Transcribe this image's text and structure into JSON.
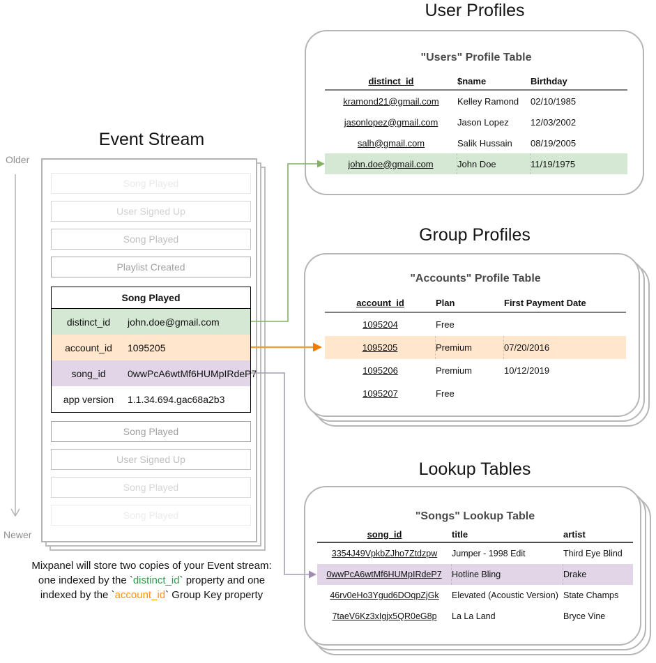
{
  "titles": {
    "event_stream": "Event Stream",
    "user_profiles": "User Profiles",
    "group_profiles": "Group Profiles",
    "lookup_tables": "Lookup Tables"
  },
  "timeline": {
    "older": "Older",
    "newer": "Newer"
  },
  "event_stream": {
    "ghost_events_before": [
      "Song Played",
      "User Signed Up",
      "Song Played",
      "Playlist Created"
    ],
    "expanded_event": {
      "title": "Song Played",
      "properties": [
        {
          "key": "distinct_id",
          "value": "john.doe@gmail.com",
          "highlight": "green"
        },
        {
          "key": "account_id",
          "value": "1095205",
          "highlight": "orange"
        },
        {
          "key": "song_id",
          "value": "0wwPcA6wtMf6HUMpIRdeP7",
          "highlight": "purple"
        },
        {
          "key": "app version",
          "value": "1.1.34.694.gac68a2b3",
          "highlight": "none"
        }
      ]
    },
    "ghost_events_after": [
      "Song Played",
      "User Signed Up",
      "Song Played",
      "Song Played"
    ]
  },
  "users_table": {
    "title": "\"Users\" Profile Table",
    "columns": [
      "distinct_id",
      "$name",
      "Birthday"
    ],
    "rows": [
      {
        "distinct_id": "kramond21@gmail.com",
        "name": "Kelley Ramond",
        "birthday": "02/10/1985"
      },
      {
        "distinct_id": "jasonlopez@gmail.com",
        "name": "Jason Lopez",
        "birthday": "12/03/2002"
      },
      {
        "distinct_id": "salh@gmail.com",
        "name": "Salik Hussain",
        "birthday": "08/19/2005"
      },
      {
        "distinct_id": "john.doe@gmail.com",
        "name": "John Doe",
        "birthday": "11/19/1975"
      }
    ],
    "highlighted_row": "john.doe@gmail.com"
  },
  "accounts_table": {
    "title": "\"Accounts\" Profile Table",
    "columns": [
      "account_id",
      "Plan",
      "First Payment Date"
    ],
    "rows": [
      {
        "account_id": "1095204",
        "plan": "Free",
        "first_payment_date": ""
      },
      {
        "account_id": "1095205",
        "plan": "Premium",
        "first_payment_date": "07/20/2016"
      },
      {
        "account_id": "1095206",
        "plan": "Premium",
        "first_payment_date": "10/12/2019"
      },
      {
        "account_id": "1095207",
        "plan": "Free",
        "first_payment_date": ""
      }
    ],
    "highlighted_row": "1095205"
  },
  "songs_table": {
    "title": "\"Songs\" Lookup Table",
    "columns": [
      "song_id",
      "title",
      "artist"
    ],
    "rows": [
      {
        "song_id": "3354J49VpkbZJho7Ztdzpw",
        "title": "Jumper - 1998 Edit",
        "artist": "Third Eye Blind"
      },
      {
        "song_id": "0wwPcA6wtMf6HUMpIRdeP7",
        "title": "Hotline Bling",
        "artist": "Drake"
      },
      {
        "song_id": "46rv0eHo3Ygud6DOqpZjGk",
        "title": "Elevated (Acoustic Version)",
        "artist": "State Champs"
      },
      {
        "song_id": "7taeV6Kz3xIgjx5QR0eG8p",
        "title": "La La Land",
        "artist": "Bryce Vine"
      }
    ],
    "highlighted_row": "0wwPcA6wtMf6HUMpIRdeP7"
  },
  "caption": {
    "line1": "Mixpanel will store two copies of your Event stream:",
    "line2_prefix": "one indexed by the `",
    "line2_key": "distinct_id",
    "line2_suffix": "` property and one",
    "line3_prefix": "indexed by the `",
    "line3_key": "account_id",
    "line3_suffix": "` Group Key property"
  },
  "colors": {
    "green_highlight": "#d5e8d4",
    "orange_highlight": "#ffe6cc",
    "purple_highlight": "#e1d5e7",
    "green_arrow": "#82b366",
    "orange_arrow": "#e5a33c",
    "orange_arrowhead": "#ed7d00",
    "purple_arrow": "#a89cb8",
    "caption_distinct_id": "#2e9e4c",
    "caption_account_id": "#ff9408"
  }
}
